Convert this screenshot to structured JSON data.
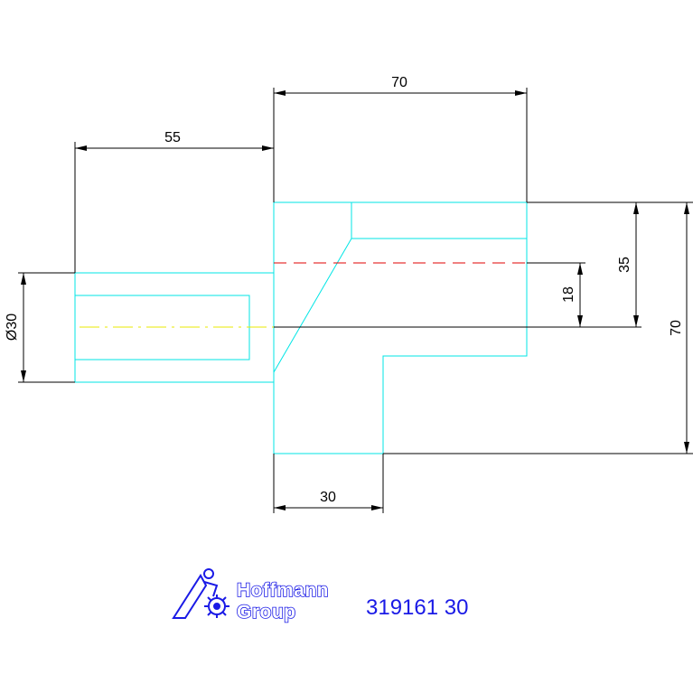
{
  "dimensions": {
    "top_width": "70",
    "shank_length": "55",
    "shank_diameter": "Ø30",
    "center_offset": "18",
    "half_height": "35",
    "total_height": "70",
    "bottom_step": "30"
  },
  "colors": {
    "outline": "#00e5e5",
    "dimension": "#000000",
    "hidden_line": "#e00000",
    "center_line": "#e8e800",
    "brand": "#1a1ae6"
  },
  "logo": {
    "line1": "Hoffmann",
    "line2": "Group",
    "icon": "hoffmann-figure-icon"
  },
  "part_number": "319161 30"
}
